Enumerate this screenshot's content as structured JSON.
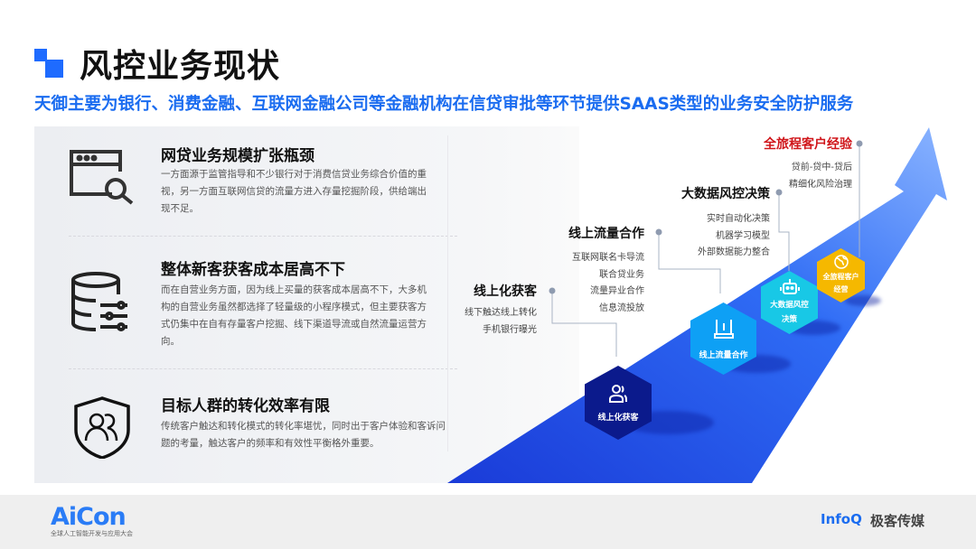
{
  "title": "风控业务现状",
  "subtitle": "天御主要为银行、消费金融、互联网金融公司等金融机构在信贷审批等环节提供SAAS类型的业务安全防护服务",
  "challenges": [
    {
      "icon": "browser-search-icon",
      "title": "网贷业务规模扩张瓶颈",
      "desc": "一方面源于监管指导和不少银行对于消费信贷业务综合价值的重视，另一方面互联网信贷的流量方进入存量挖掘阶段，供给端出现不足。"
    },
    {
      "icon": "database-settings-icon",
      "title": "整体新客获客成本居高不下",
      "desc": "而在自营业务方面，因为线上买量的获客成本居高不下，大多机构的自营业务虽然都选择了轻量级的小程序模式，但主要获客方式仍集中在自有存量客户挖掘、线下渠道导流或自然流量运营方向。"
    },
    {
      "icon": "shield-users-icon",
      "title": "目标人群的转化效率有限",
      "desc": "传统客户触达和转化模式的转化率堪忧，同时出于客户体验和客诉问题的考量，触达客户的频率和有效性平衡格外重要。"
    }
  ],
  "stages": [
    {
      "title": "线上化获客",
      "items": [
        "线下触达线上转化",
        "手机银行曝光"
      ],
      "hex_label": "线上化获客",
      "hex_color": "#0b1a8c",
      "icon": "users-icon"
    },
    {
      "title": "线上流量合作",
      "items": [
        "互联网联名卡导流",
        "联合贷业务",
        "流量异业合作",
        "信息流投放"
      ],
      "hex_label": "线上流量合作",
      "hex_color": "#0ea0f5",
      "icon": "router-icon"
    },
    {
      "title": "大数据风控决策",
      "items": [
        "实时自动化决策",
        "机器学习模型",
        "外部数据能力整合"
      ],
      "hex_label": "大数据风控决策",
      "hex_color": "#18c8e6",
      "icon": "robot-icon"
    },
    {
      "title": "全旅程客户经验",
      "items": [
        "贷前-贷中-贷后",
        "精细化风险治理"
      ],
      "hex_label": "全旅程客户经营",
      "hex_color": "#f5b800",
      "icon": "globe-icon",
      "title_color": "#d0161b"
    }
  ],
  "footer": {
    "left_logo": "AiCon",
    "left_sub": "全球人工智能开发与应用大会",
    "right_logo": "InfoQ",
    "right_name": "极客传媒"
  }
}
